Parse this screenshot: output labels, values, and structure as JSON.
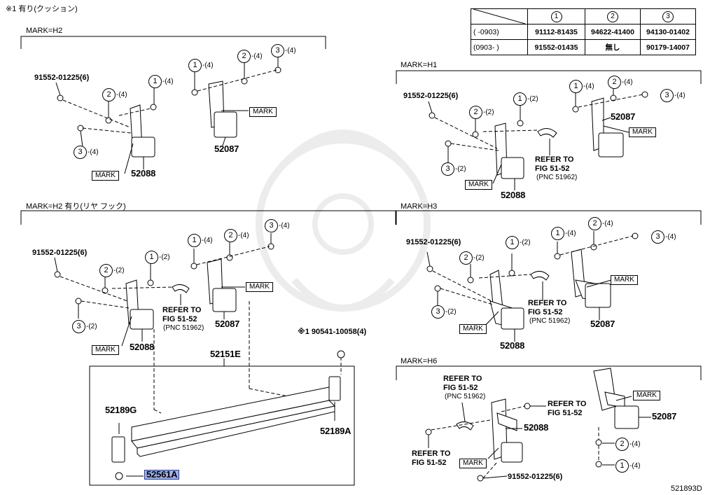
{
  "footnote": "※1 有り(クッション)",
  "diagram_code": "521893D",
  "table": {
    "headers": [
      "①",
      "②",
      "③"
    ],
    "rows": [
      {
        "range": "(      -0903)",
        "c1": "91112-81435",
        "c2": "94622-41400",
        "c3": "94130-01402"
      },
      {
        "range": "(0903-      )",
        "c1": "91552-01435",
        "c2": "無し",
        "c3": "90179-14007"
      }
    ]
  },
  "callout_numbers": {
    "one": "1",
    "two": "2",
    "three": "3"
  },
  "qty": {
    "q2": "-(2)",
    "q4": "-(4)"
  },
  "mark_label": "MARK",
  "refer": {
    "line1": "REFER TO",
    "line2": "FIG 51-52",
    "line3": "(PNC 51962)"
  },
  "sections": {
    "h2": {
      "label": "MARK=H2",
      "bolt": "91552-01225(6)",
      "part_a": "52088",
      "part_b": "52087"
    },
    "h1": {
      "label": "MARK=H1",
      "bolt": "91552-01225(6)",
      "part_a": "52088",
      "part_b": "52087"
    },
    "h2_hook": {
      "label": "MARK=H2 有り(リヤ フック)",
      "bolt": "91552-01225(6)",
      "part_a": "52088",
      "part_b": "52087"
    },
    "h3": {
      "label": "MARK=H3",
      "bolt": "91552-01225(6)",
      "part_a": "52088",
      "part_b": "52087"
    },
    "h6": {
      "label": "MARK=H6",
      "bolt": "91552-01225(6)",
      "part_a": "52088",
      "part_b": "52087"
    }
  },
  "bumper": {
    "screw": "※1 90541-10058(4)",
    "reinforcement": "52151E",
    "stopper_left": "52189G",
    "stopper_right": "52189A",
    "clip": "52561A"
  },
  "colors": {
    "highlight": "#9fb0e6",
    "line": "#000000"
  }
}
